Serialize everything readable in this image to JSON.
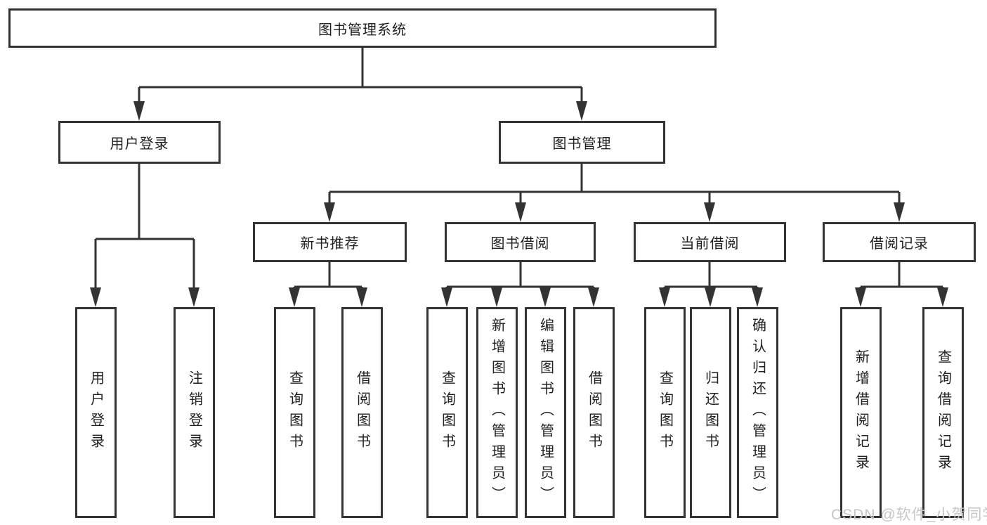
{
  "title": {
    "label": "图书管理系统"
  },
  "level2": {
    "user_login": "用户登录",
    "book_mgmt": "图书管理"
  },
  "level3": {
    "new_book": "新书推荐",
    "book_borrow": "图书借阅",
    "current_borrow": "当前借阅",
    "borrow_records": "借阅记录"
  },
  "leaves": {
    "user_login": [
      "用户登录",
      "注销登录"
    ],
    "new_book": [
      "查询图书",
      "借阅图书"
    ],
    "book_borrow": [
      "查询图书",
      "新增图书（管理员）",
      "编辑图书（管理员）",
      "借阅图书"
    ],
    "current_borrow": [
      "查询图书",
      "归还图书",
      "确认归还（管理员）"
    ],
    "borrow_records": [
      "新增借阅记录",
      "查询借阅记录"
    ]
  },
  "watermark": "CSDN @软件_小贺同学",
  "colors": {
    "line": "#333333",
    "border": "#333333",
    "fill": "#ffffff",
    "text": "#1f1f1f",
    "watermark": "#c6c6c6"
  }
}
